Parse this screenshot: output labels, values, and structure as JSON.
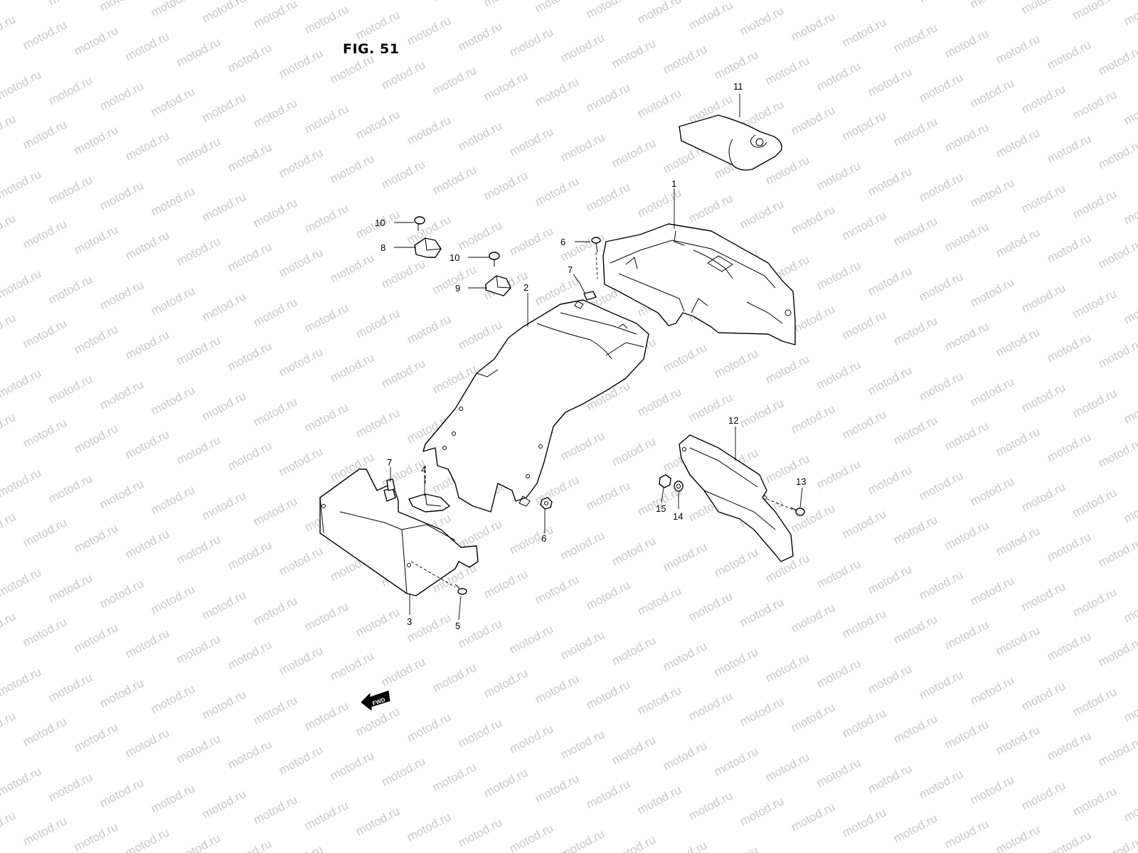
{
  "figure": {
    "title": "FIG. 51"
  },
  "watermark": {
    "text": "motod.ru",
    "color": "#c8c8c8"
  },
  "callouts": [
    {
      "id": "c11",
      "label": "11"
    },
    {
      "id": "c1",
      "label": "1"
    },
    {
      "id": "c10a",
      "label": "10"
    },
    {
      "id": "c8",
      "label": "8"
    },
    {
      "id": "c10b",
      "label": "10"
    },
    {
      "id": "c9",
      "label": "9"
    },
    {
      "id": "c6a",
      "label": "6"
    },
    {
      "id": "c7a",
      "label": "7"
    },
    {
      "id": "c2",
      "label": "2"
    },
    {
      "id": "c7b",
      "label": "7"
    },
    {
      "id": "c4",
      "label": "4"
    },
    {
      "id": "c6b",
      "label": "6"
    },
    {
      "id": "c3",
      "label": "3"
    },
    {
      "id": "c5",
      "label": "5"
    },
    {
      "id": "c12",
      "label": "12"
    },
    {
      "id": "c13",
      "label": "13"
    },
    {
      "id": "c15",
      "label": "15"
    },
    {
      "id": "c14",
      "label": "14"
    }
  ],
  "fwd_arrow": {
    "label": "FWD",
    "icon": "forward-arrow-icon"
  }
}
